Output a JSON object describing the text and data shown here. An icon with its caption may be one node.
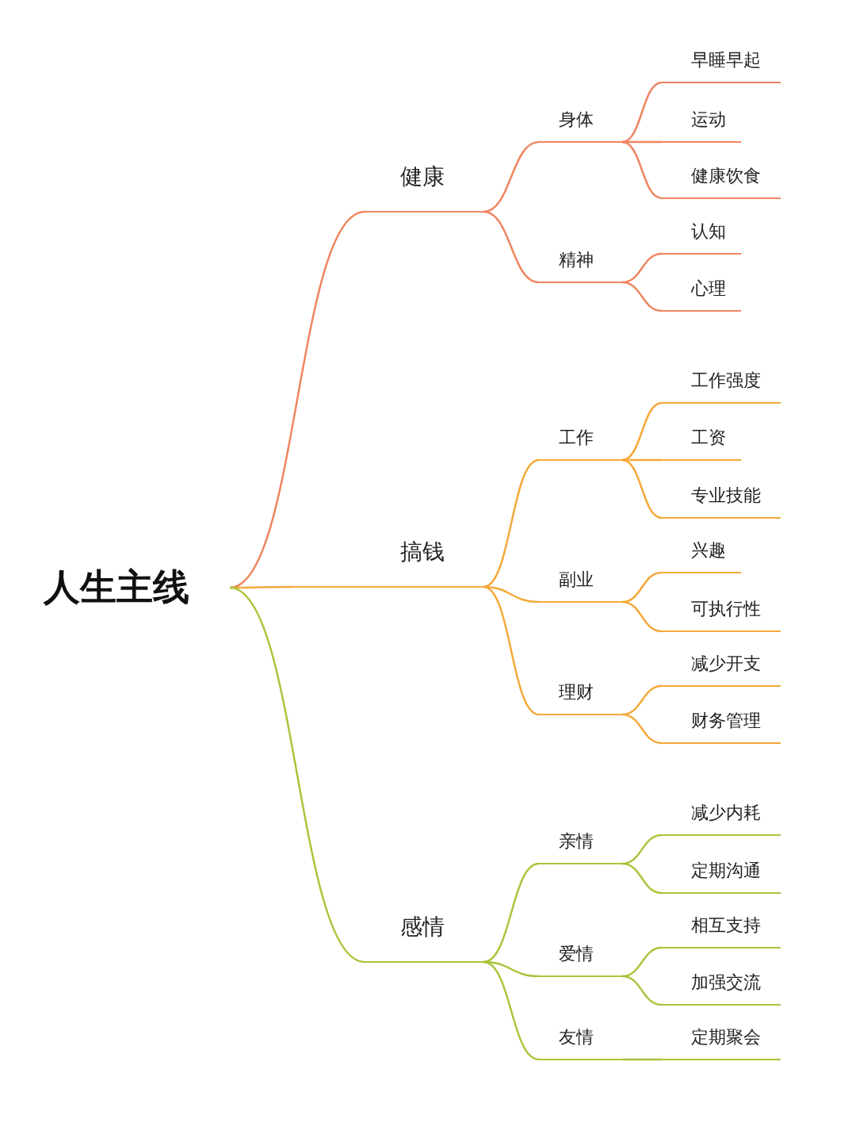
{
  "diagram": {
    "nodes": [
      {
        "text": [
          "人生主线"
        ]
      },
      {
        "text": [
          "健康"
        ]
      },
      {
        "text": [
          "身体"
        ]
      },
      {
        "text": [
          "早睡早起"
        ]
      },
      {
        "text": [
          "运动"
        ]
      },
      {
        "text": [
          "健康饮食"
        ]
      },
      {
        "text": [
          "精神"
        ]
      },
      {
        "text": [
          "认知"
        ]
      },
      {
        "text": [
          "心理"
        ]
      },
      {
        "text": [
          "搞钱"
        ]
      },
      {
        "text": [
          "工作"
        ]
      },
      {
        "text": [
          "工作强度"
        ]
      },
      {
        "text": [
          "工资"
        ]
      },
      {
        "text": [
          "专业技能"
        ]
      },
      {
        "text": [
          "副业"
        ]
      },
      {
        "text": [
          "兴趣"
        ]
      },
      {
        "text": [
          "可执行性"
        ]
      },
      {
        "text": [
          "理财"
        ]
      },
      {
        "text": [
          "减少开支"
        ]
      },
      {
        "text": [
          "财务管理"
        ]
      },
      {
        "text": [
          "感情"
        ]
      },
      {
        "text": [
          "亲情"
        ]
      },
      {
        "text": [
          "减少内耗"
        ]
      },
      {
        "text": [
          "定期沟通"
        ]
      },
      {
        "text": [
          "爱情"
        ]
      },
      {
        "text": [
          "相互支持"
        ]
      },
      {
        "text": [
          "加强交流"
        ]
      },
      {
        "text": [
          "友情"
        ]
      },
      {
        "text": [
          "定期聚会"
        ]
      }
    ],
    "edges": [
      {
        "from": 0,
        "to": 1,
        "arrow": "none",
        "color": "#ef8560"
      },
      {
        "from": 1,
        "to": 2,
        "arrow": "none",
        "color": "#ef8560"
      },
      {
        "from": 2,
        "to": 3,
        "arrow": "none",
        "color": "#ef8560"
      },
      {
        "from": 2,
        "to": 4,
        "arrow": "none",
        "color": "#ef8560"
      },
      {
        "from": 2,
        "to": 5,
        "arrow": "none",
        "color": "#ef8560"
      },
      {
        "from": 1,
        "to": 6,
        "arrow": "none",
        "color": "#ef8560"
      },
      {
        "from": 6,
        "to": 7,
        "arrow": "none",
        "color": "#ef8560"
      },
      {
        "from": 6,
        "to": 8,
        "arrow": "none",
        "color": "#ef8560"
      },
      {
        "from": 0,
        "to": 9,
        "arrow": "none"
      },
      {
        "from": 9,
        "to": 10,
        "arrow": "none"
      },
      {
        "from": 10,
        "to": 11,
        "arrow": "none"
      },
      {
        "from": 10,
        "to": 12,
        "arrow": "none"
      },
      {
        "from": 10,
        "to": 13,
        "arrow": "none"
      },
      {
        "from": 9,
        "to": 14,
        "arrow": "none"
      },
      {
        "from": 14,
        "to": 15,
        "arrow": "none"
      },
      {
        "from": 14,
        "to": 16,
        "arrow": "none"
      },
      {
        "from": 9,
        "to": 17,
        "arrow": "none"
      },
      {
        "from": 17,
        "to": 18,
        "arrow": "none"
      },
      {
        "from": 17,
        "to": 19,
        "arrow": "none"
      },
      {
        "from": 0,
        "to": 20,
        "arrow": "none",
        "color": "#a9c53c"
      },
      {
        "from": 20,
        "to": 21,
        "arrow": "none",
        "color": "#a9c53c"
      },
      {
        "from": 21,
        "to": 22,
        "arrow": "none",
        "color": "#a9c53c"
      },
      {
        "from": 21,
        "to": 23,
        "arrow": "none",
        "color": "#a9c53c"
      },
      {
        "from": 20,
        "to": 24,
        "arrow": "none",
        "color": "#a9c53c"
      },
      {
        "from": 24,
        "to": 25,
        "arrow": "none",
        "color": "#a9c53c"
      },
      {
        "from": 24,
        "to": 26,
        "arrow": "none",
        "color": "#a9c53c"
      },
      {
        "from": 20,
        "to": 27,
        "arrow": "none",
        "color": "#a9c53c"
      },
      {
        "from": 27,
        "to": 28,
        "arrow": "none",
        "color": "#a9c53c"
      }
    ]
  }
}
